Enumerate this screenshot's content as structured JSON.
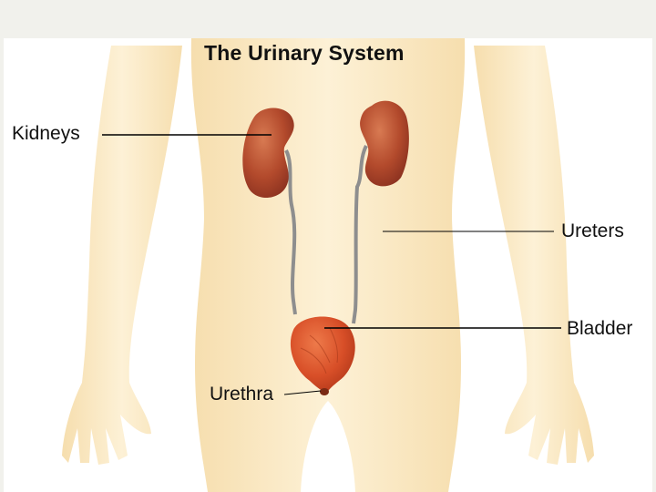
{
  "diagram": {
    "title": "The Urinary System",
    "labels": {
      "kidneys": "Kidneys",
      "ureters": "Ureters",
      "bladder": "Bladder",
      "urethra": "Urethra"
    }
  },
  "colors": {
    "background": "#f1f1ec",
    "panel": "#ffffff",
    "skin": "#fbebc6",
    "skin_shadow": "#f3d9a4",
    "kidney": "#b54a2c",
    "kidney_highlight": "#d8774f",
    "bladder": "#d8502a",
    "ureter": "#9a9a9a",
    "leader_line": "#000000"
  }
}
